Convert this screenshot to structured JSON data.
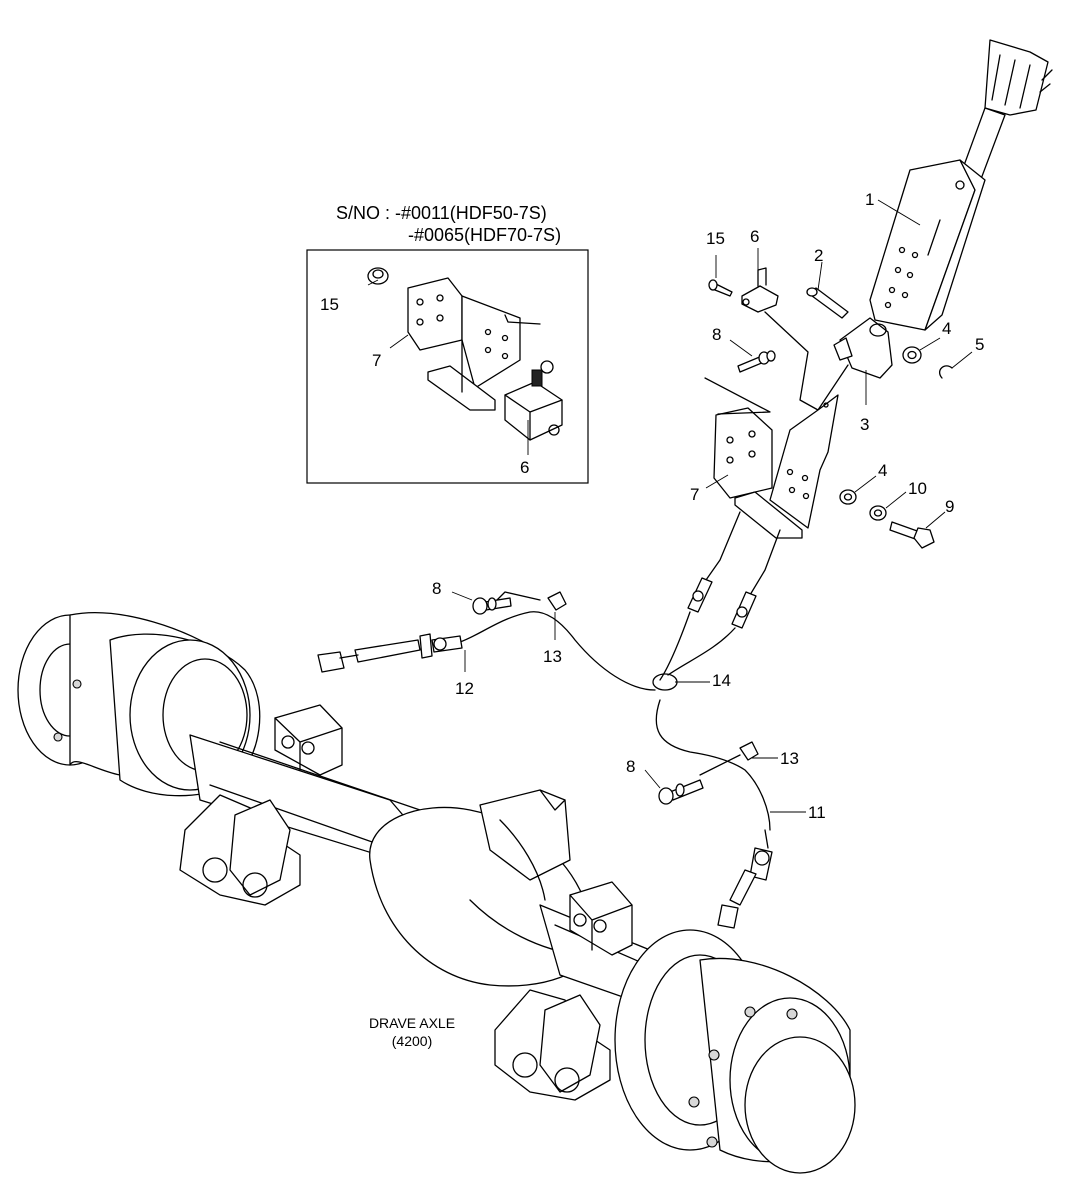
{
  "header": {
    "serial_line1": "S/NO : -#0011(HDF50-7S)",
    "serial_line2": "-#0065(HDF70-7S)"
  },
  "axle": {
    "label_line1": "DRAVE AXLE",
    "label_line2": "(4200)"
  },
  "callouts": {
    "c1": "1",
    "c2": "2",
    "c3": "3",
    "c4a": "4",
    "c4b": "4",
    "c5": "5",
    "c6a": "6",
    "c6b": "6",
    "c7a": "7",
    "c7b": "7",
    "c8a": "8",
    "c8b": "8",
    "c8c": "8",
    "c9": "9",
    "c10": "10",
    "c11": "11",
    "c12": "12",
    "c13a": "13",
    "c13b": "13",
    "c14": "14",
    "c15a": "15",
    "c15b": "15"
  }
}
